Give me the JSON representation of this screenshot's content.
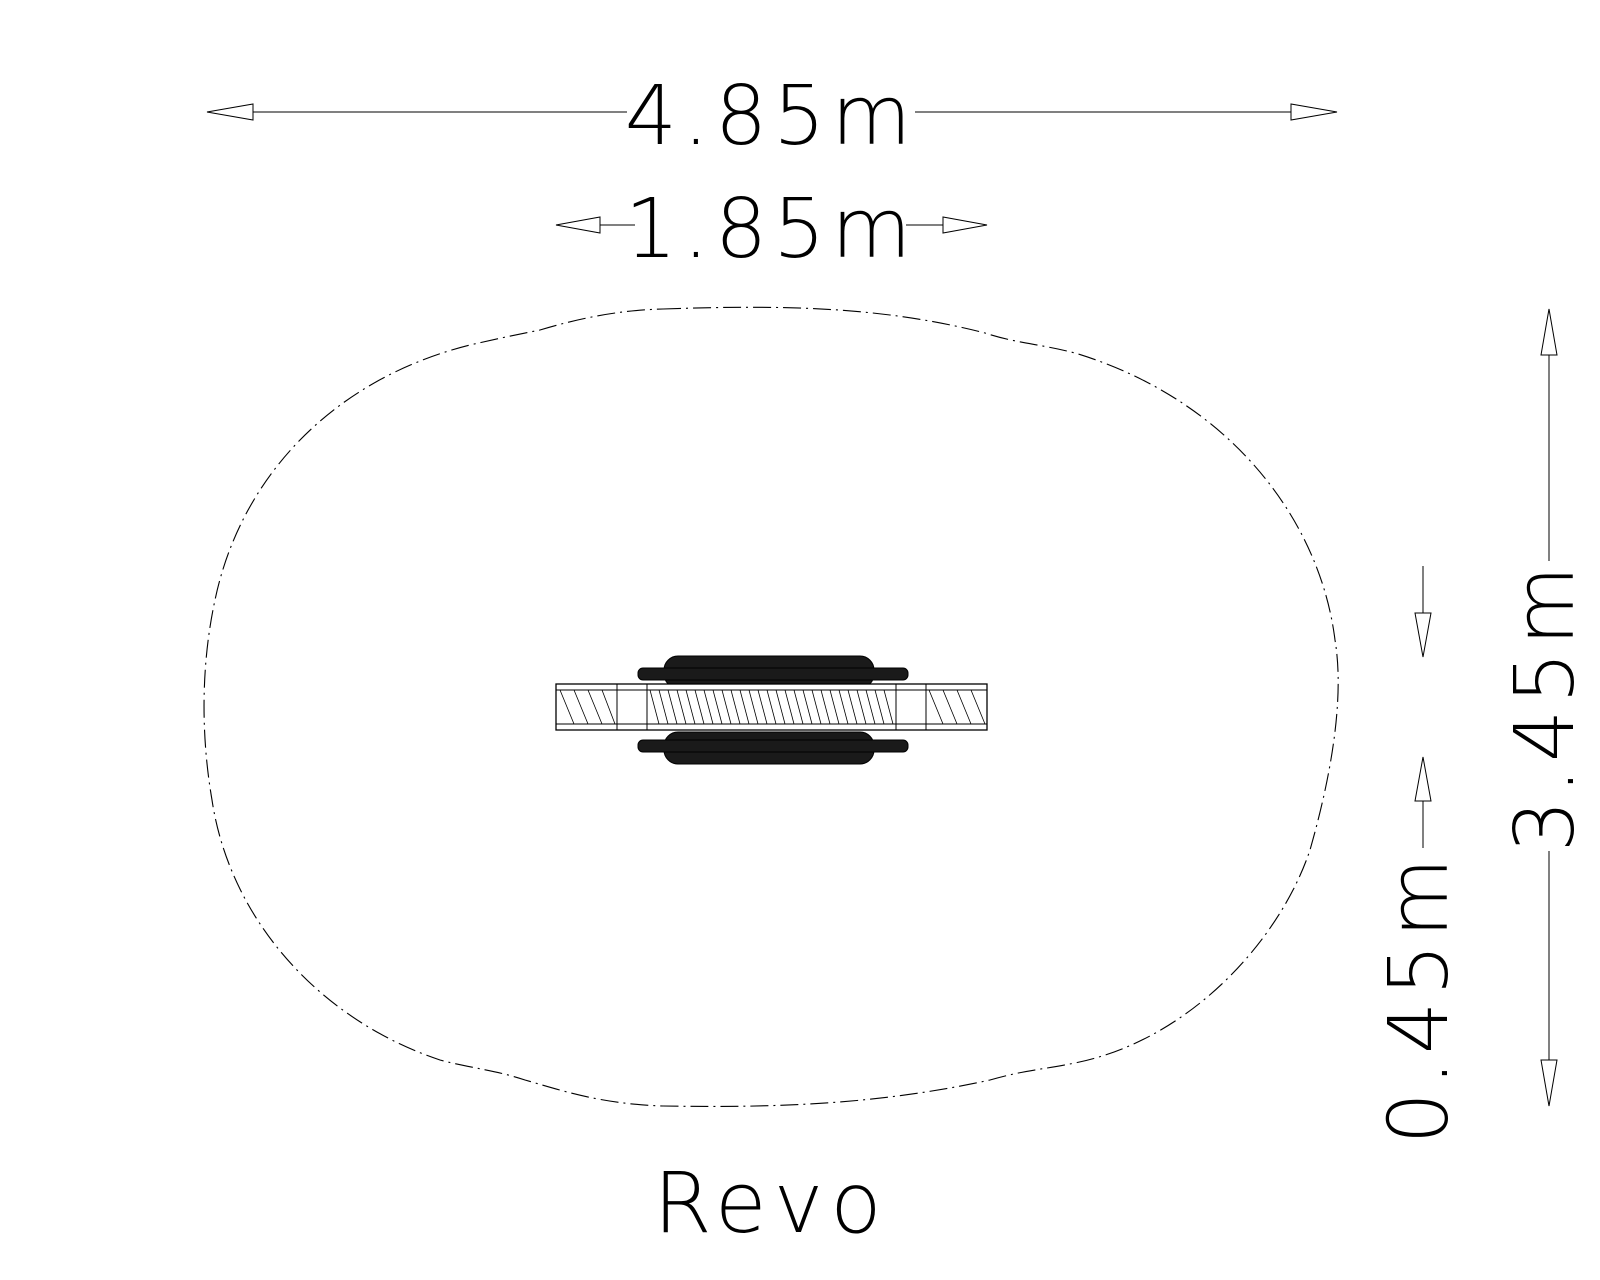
{
  "dimensions": {
    "overall_width": "4.85m",
    "equipment_width": "1.85m",
    "overall_depth": "3.45m",
    "equipment_depth": "0.45m"
  },
  "product_name": "Revo",
  "colors": {
    "line": "#000000",
    "background": "#ffffff"
  }
}
